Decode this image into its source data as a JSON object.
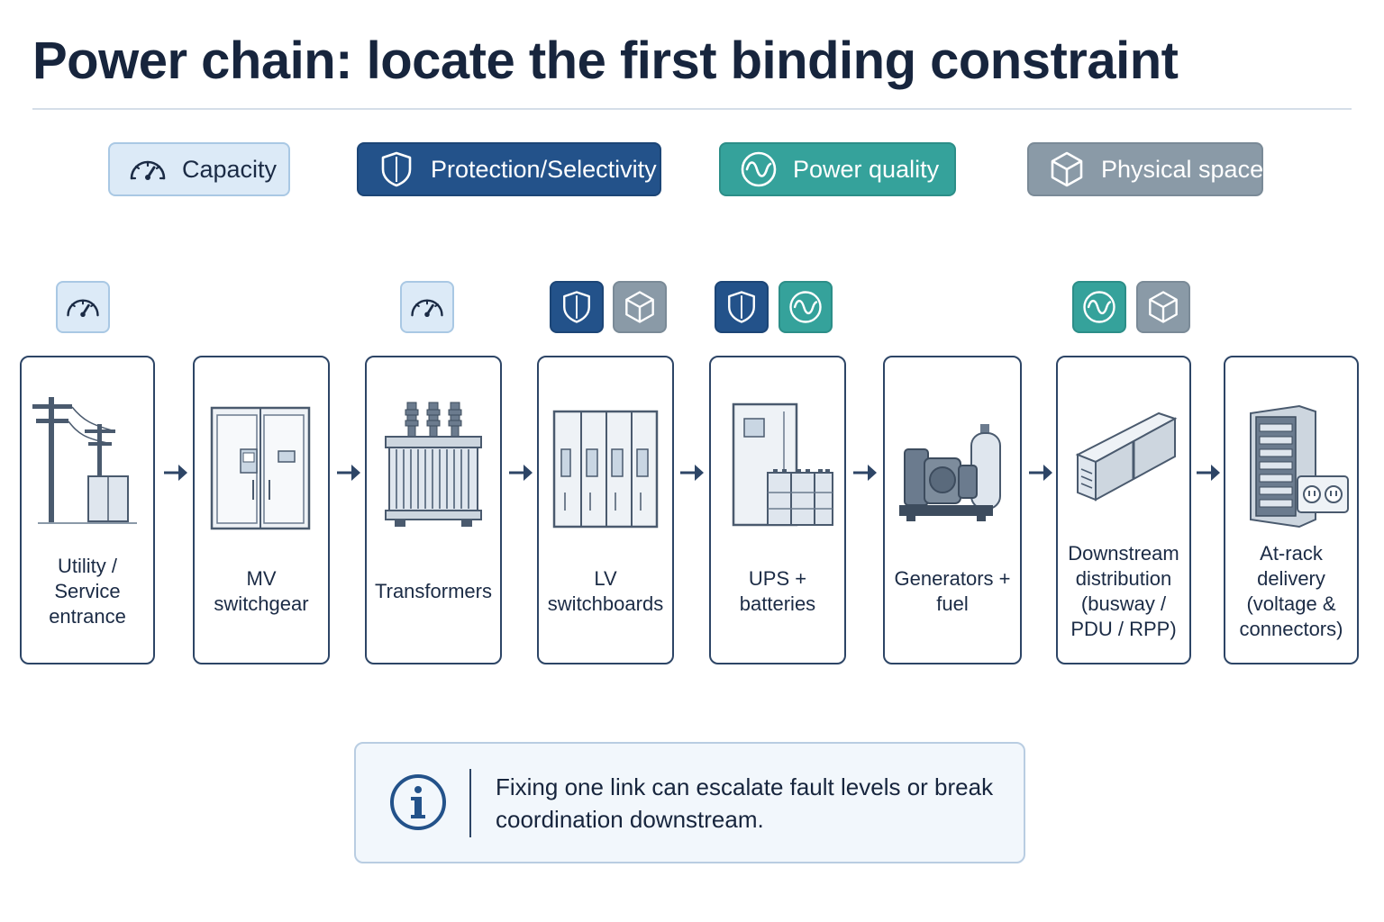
{
  "title": "Power chain: locate the first binding constraint",
  "legend": [
    {
      "label": "Capacity",
      "icon": "gauge-icon",
      "color": "#dceaf7"
    },
    {
      "label": "Protection/Selectivity",
      "icon": "shield-icon",
      "color": "#23528a"
    },
    {
      "label": "Power quality",
      "icon": "sine-wave-icon",
      "color": "#35a29b"
    },
    {
      "label": "Physical space",
      "icon": "cube-icon",
      "color": "#8a9aa7"
    }
  ],
  "stages": [
    {
      "label": "Utility /\nService\nentrance",
      "icon": "utility-pole-icon",
      "constraints": [
        "Capacity"
      ]
    },
    {
      "label": "MV\nswitchgear",
      "icon": "switchgear-icon",
      "constraints": []
    },
    {
      "label": "Transformers",
      "icon": "transformer-icon",
      "constraints": [
        "Capacity"
      ]
    },
    {
      "label": "LV\nswitchboards",
      "icon": "switchboard-icon",
      "constraints": [
        "Protection/Selectivity",
        "Physical space"
      ]
    },
    {
      "label": "UPS +\nbatteries",
      "icon": "ups-battery-icon",
      "constraints": [
        "Protection/Selectivity",
        "Power quality"
      ]
    },
    {
      "label": "Generators +\nfuel",
      "icon": "generator-icon",
      "constraints": []
    },
    {
      "label": "Downstream\ndistribution\n(busway /\nPDU / RPP)",
      "icon": "busway-icon",
      "constraints": [
        "Power quality",
        "Physical space"
      ]
    },
    {
      "label": "At-rack\ndelivery\n(voltage &\nconnectors)",
      "icon": "rack-connector-icon",
      "constraints": []
    }
  ],
  "note": {
    "icon": "info-icon",
    "text": "Fixing one link can escalate fault levels or break coordination downstream."
  }
}
